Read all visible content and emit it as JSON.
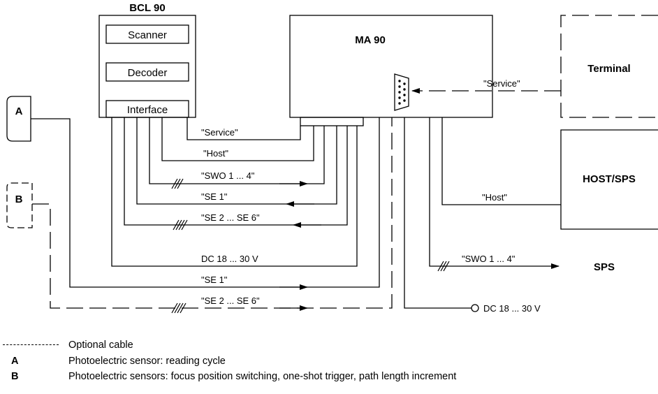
{
  "devices": {
    "bcl90": "BCL 90",
    "scanner": "Scanner",
    "decoder": "Decoder",
    "interface": "Interface",
    "ma90": "MA 90",
    "terminal": "Terminal",
    "host_sps": "HOST/SPS",
    "sps": "SPS",
    "sensor_a": "A",
    "sensor_b": "B"
  },
  "connections": {
    "service": "\"Service\"",
    "host": "\"Host\"",
    "swo": "\"SWO 1 ... 4\"",
    "se1": "\"SE 1\"",
    "se2_6": "\"SE 2 ... SE 6\"",
    "dc": "DC 18 ... 30 V",
    "service_terminal": "\"Service\"",
    "host_right": "\"Host\"",
    "swo_right": "\"SWO 1 ...  4\"",
    "se1_sensor": "\"SE 1\"",
    "se2_6_sensor": "\"SE 2 ... SE 6\"",
    "dc_right": "DC 18 ... 30 V"
  },
  "legend": [
    {
      "key": "",
      "text": "Optional cable"
    },
    {
      "key": "A",
      "text": "Photoelectric sensor: reading cycle"
    },
    {
      "key": "B",
      "text": "Photoelectric sensors: focus position switching, one-shot trigger, path length increment"
    }
  ]
}
